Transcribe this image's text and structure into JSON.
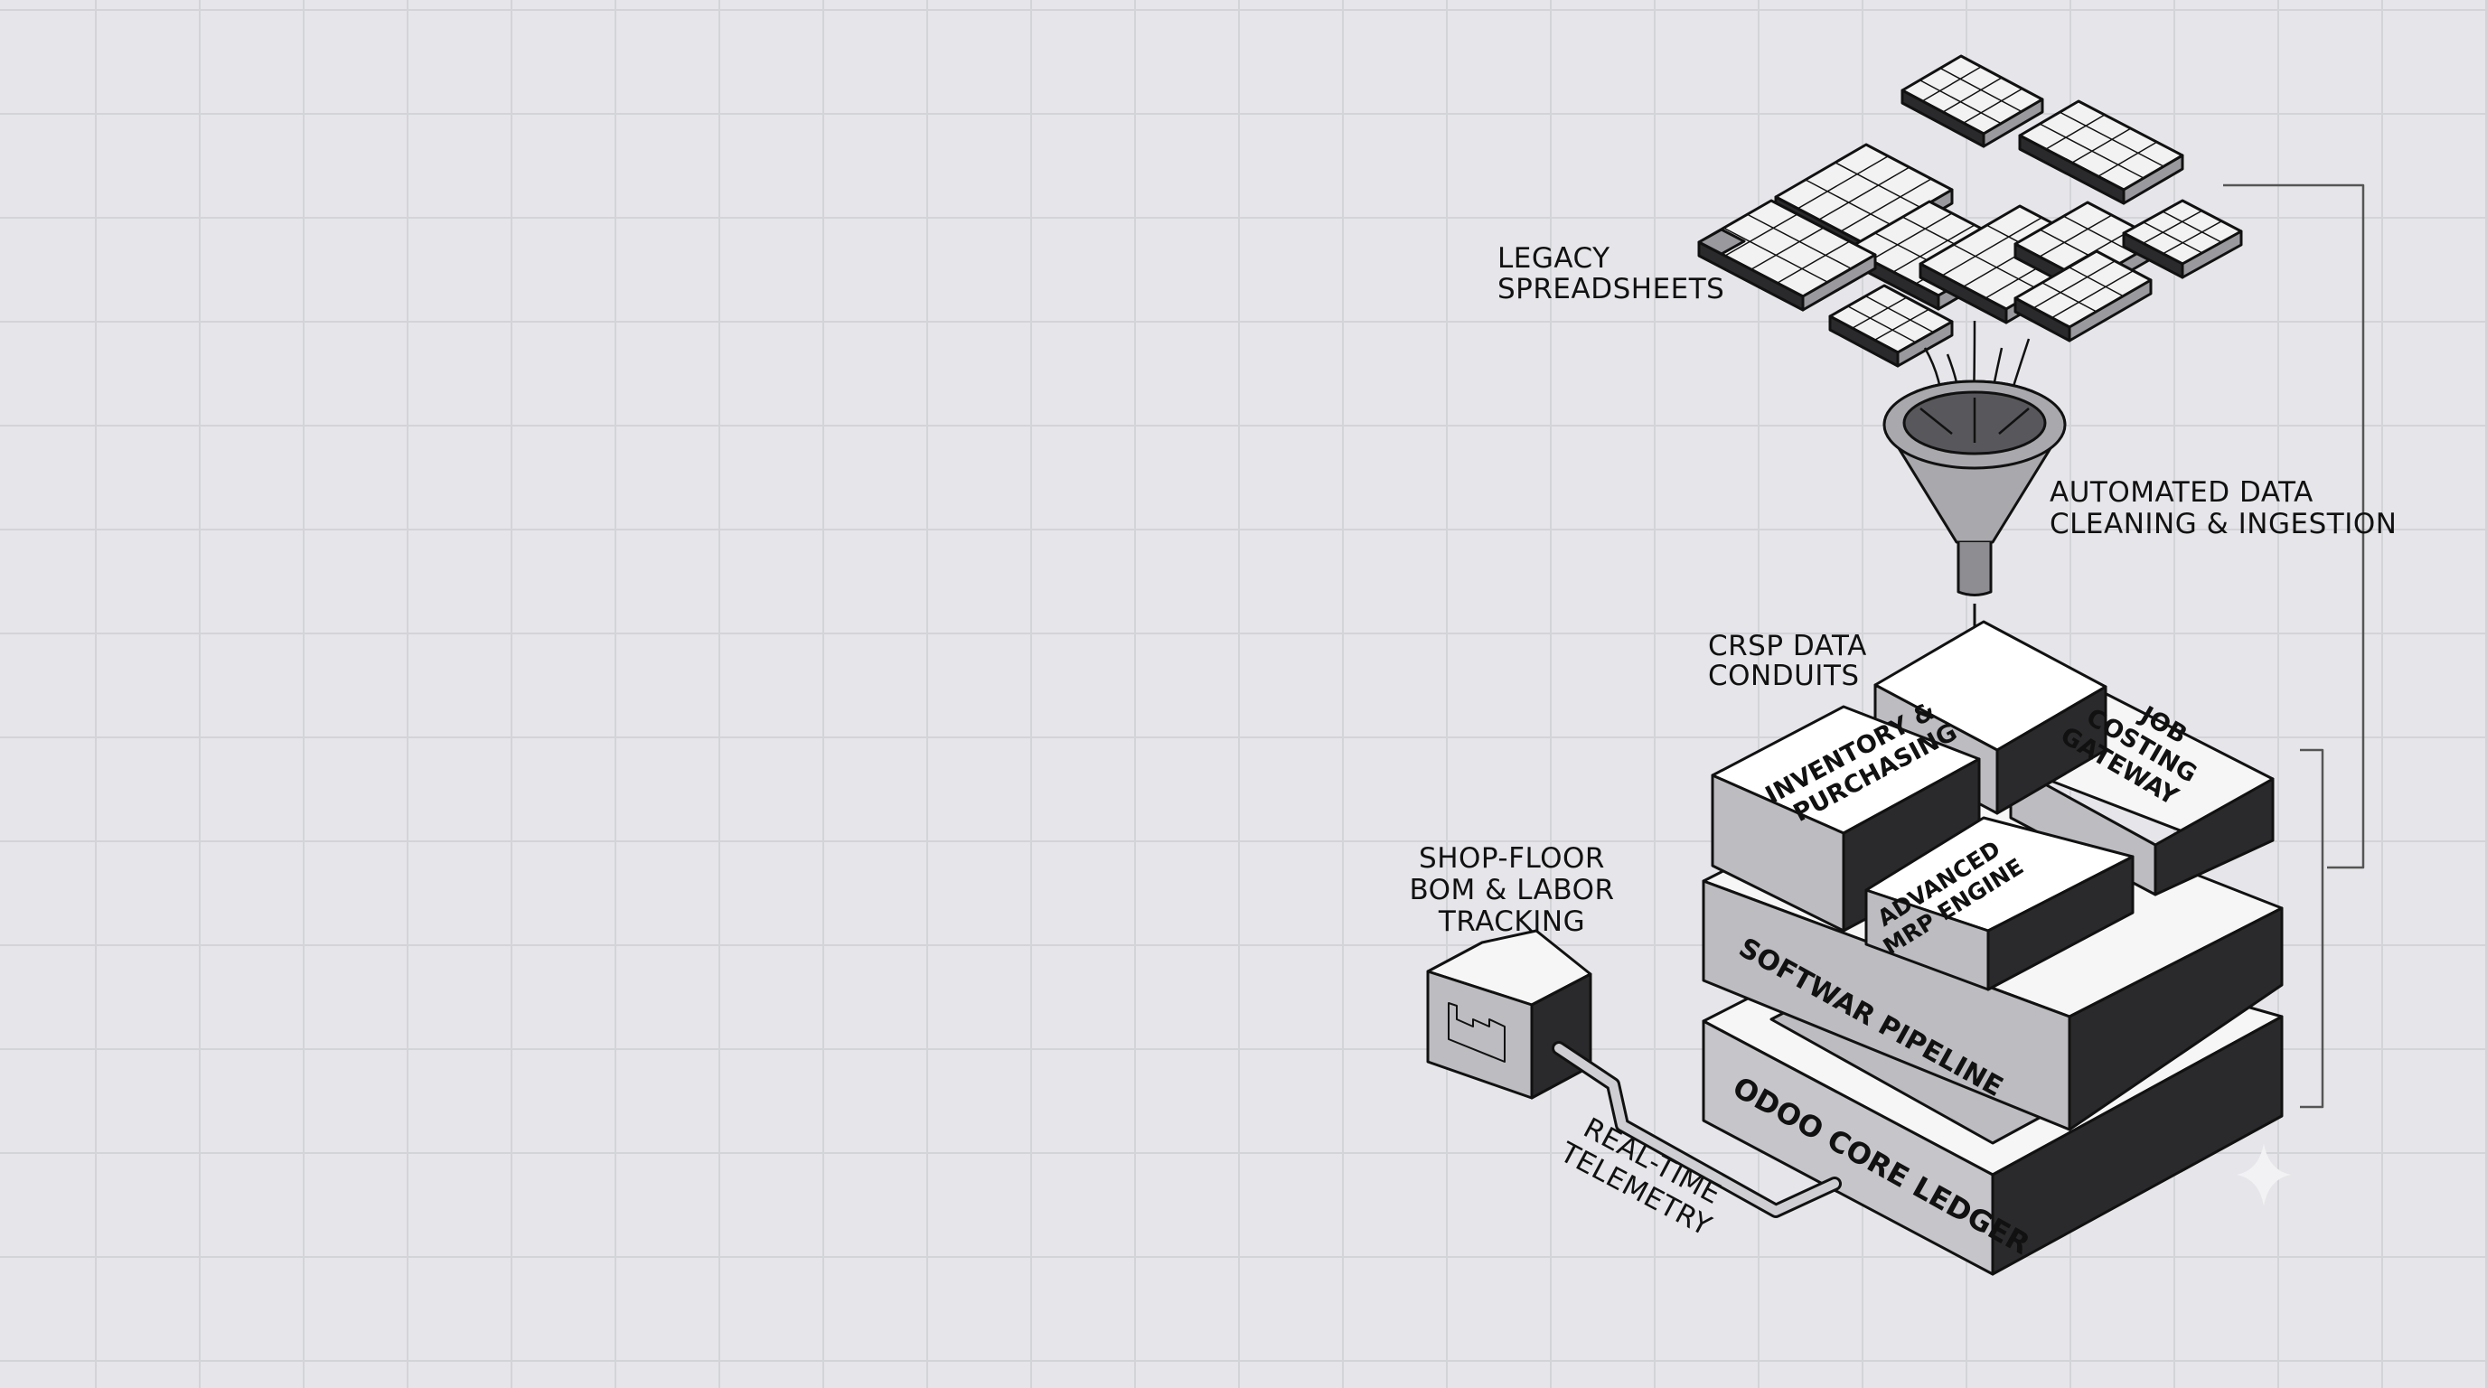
{
  "labels": {
    "legacy_line1": "LEGACY",
    "legacy_line2": "SPREADSHEETS",
    "auto_line1": "AUTOMATED DATA",
    "auto_line2": "CLEANING & INGESTION",
    "crsp_line1": "CRSP DATA",
    "crsp_line2": "CONDUITS",
    "shop_line1": "SHOP-FLOOR",
    "shop_line2": "BOM & LABOR",
    "shop_line3": "TRACKING",
    "telemetry_line1": "REAL-TIME",
    "telemetry_line2": "TELEMETRY"
  },
  "modules": {
    "inventory_line1": "INVENTORY &",
    "inventory_line2": "PURCHASING",
    "job_line1": "JOB",
    "job_line2": "COSTING",
    "job_line3": "GATEWAY",
    "mrp_line1": "ADVANCED",
    "mrp_line2": "MRP ENGINE",
    "pipeline": "SOFTWAR PIPELINE",
    "ledger": "ODOO CORE LEDGER"
  },
  "colors": {
    "ink": "#111111",
    "top_face": "#ffffff",
    "mid_face": "#bdbdc1",
    "dark_face": "#2a2a2c",
    "funnel": "#a9a9ad"
  }
}
